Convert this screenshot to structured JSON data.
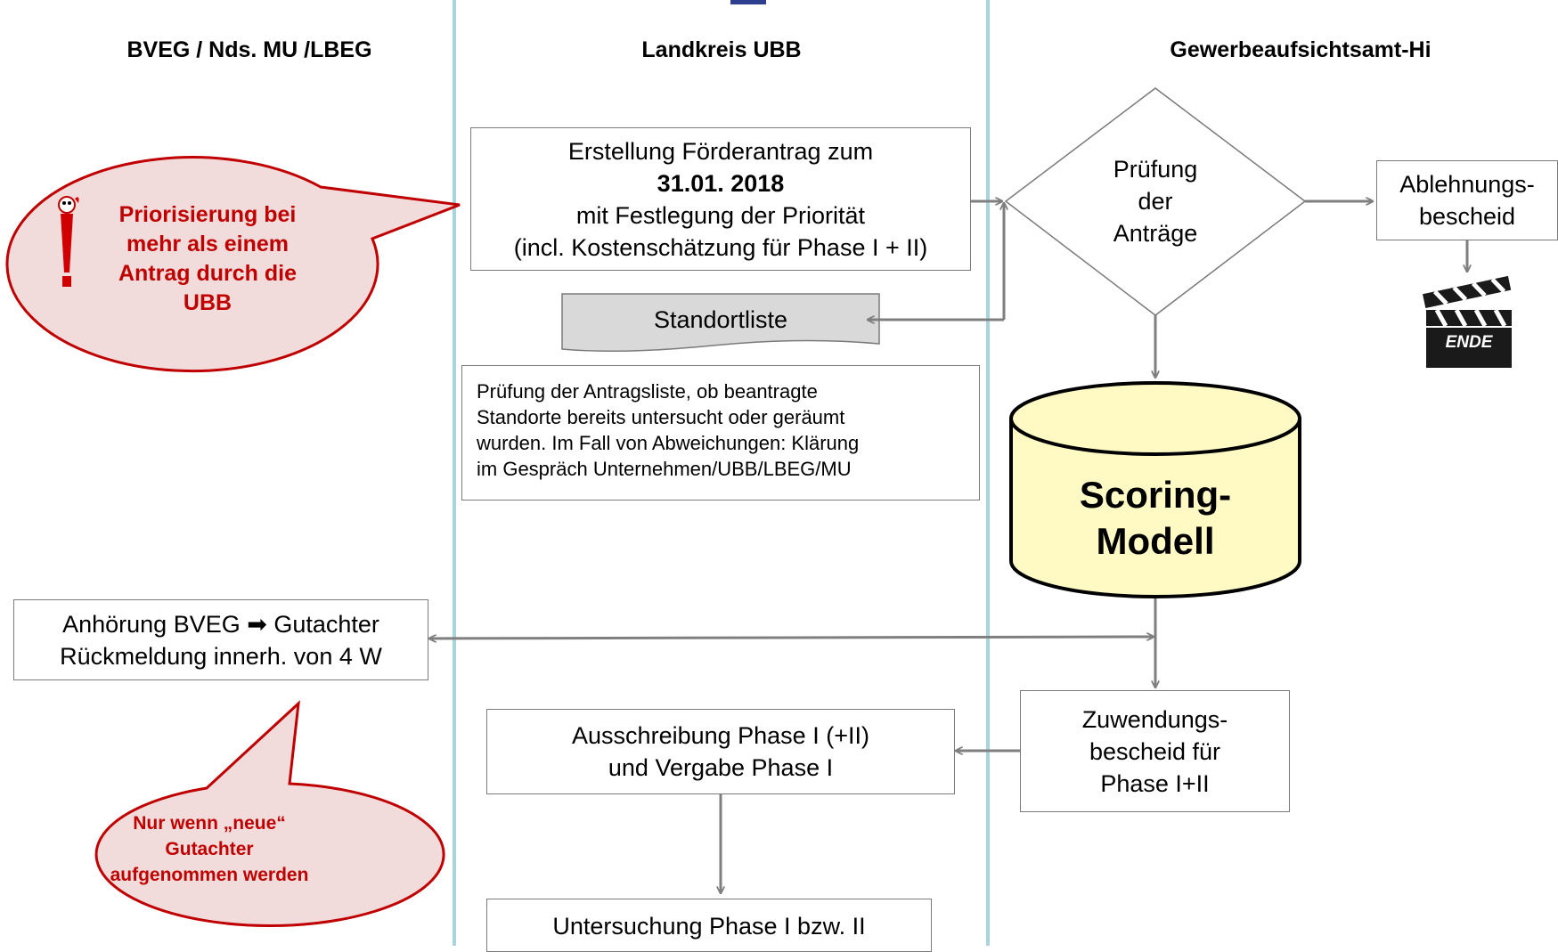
{
  "lanes": {
    "left": "BVEG / Nds. MU /LBEG",
    "middle": "Landkreis UBB",
    "right": "Gewerbeaufsichtsamt-Hi"
  },
  "antrag": {
    "line1": "Erstellung Förderantrag zum",
    "date": "31.01. 2018",
    "line3": "mit Festlegung der Priorität",
    "line4": "(incl. Kostenschätzung für Phase I + II)"
  },
  "standortliste": "Standortliste",
  "pruefung_note": {
    "line1": "Prüfung der Antragsliste, ob beantragte",
    "line2": "Standorte bereits untersucht oder geräumt",
    "line3": "wurden. Im Fall von Abweichungen: Klärung",
    "line4": "im Gespräch Unternehmen/UBB/LBEG/MU"
  },
  "decision": {
    "line1": "Prüfung",
    "line2": "der",
    "line3": "Anträge"
  },
  "ablehnung": {
    "line1": "Ablehnungs-",
    "line2": "bescheid"
  },
  "ende": "ENDE",
  "scoring": {
    "line1": "Scoring-",
    "line2": "Modell"
  },
  "anhoerung": {
    "line1": "Anhörung BVEG ➡ Gutachter",
    "line2": "Rückmeldung innerh. von 4 W"
  },
  "zuwendung": {
    "line1": "Zuwendungs-",
    "line2": "bescheid für",
    "line3": "Phase I+II"
  },
  "ausschreibung": {
    "line1": "Ausschreibung Phase I (+II)",
    "line2": "und Vergabe Phase I"
  },
  "untersuchung": "Untersuchung Phase I bzw. II",
  "callout1": {
    "line1": "Priorisierung bei",
    "line2": "mehr als einem",
    "line3": "Antrag durch die",
    "line4": "UBB"
  },
  "callout2": {
    "line1": "Nur wenn „neue“",
    "line2": "Gutachter",
    "line3": "aufgenommen werden"
  },
  "colors": {
    "lane_line": "#a9d4dc",
    "arrow": "#7f7f7f",
    "callout_fill": "#f2dcdb",
    "callout_stroke": "#c00000",
    "callout_text": "#c00000",
    "database_fill": "#fff9c4"
  }
}
